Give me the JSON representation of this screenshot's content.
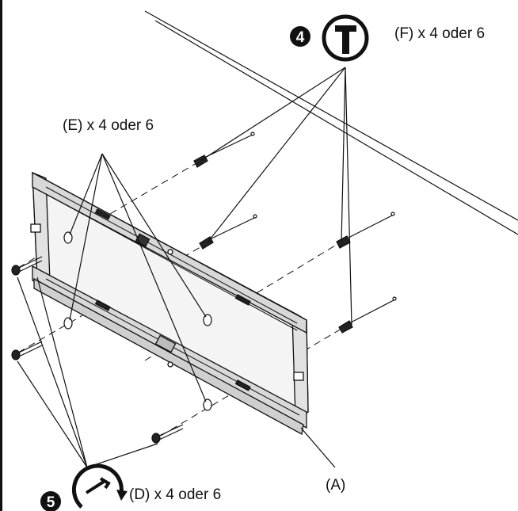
{
  "colors": {
    "ink": "#111111",
    "paper": "#ffffff",
    "bracket_fill": "#f2f2f2"
  },
  "steps": [
    {
      "number": "4",
      "icon": "hammer-icon"
    },
    {
      "number": "5",
      "icon": "wrench-rotate-icon"
    }
  ],
  "labels": {
    "anchors": "(F) x 4 oder 6",
    "washers": "(E) x 4 oder 6",
    "bolts": "(D) x 4 oder 6",
    "bracket": "(A)"
  }
}
